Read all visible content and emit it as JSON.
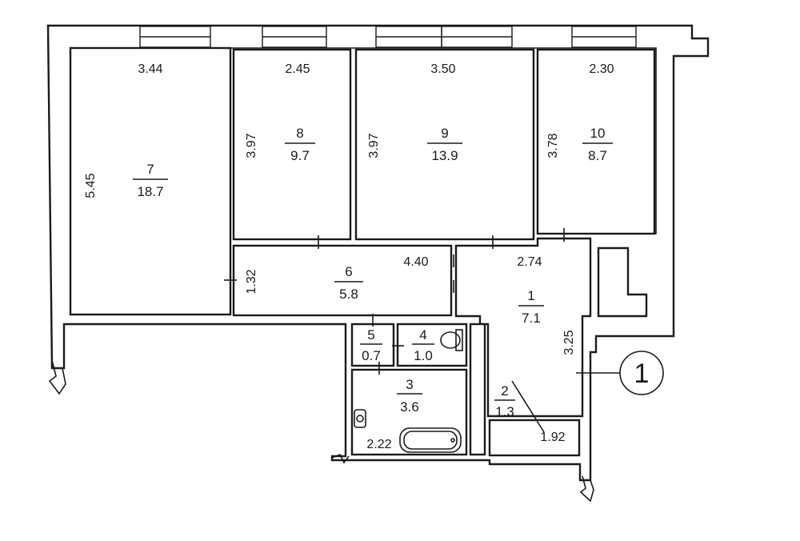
{
  "rooms": [
    {
      "id": "7",
      "number": "7",
      "area": "18.7"
    },
    {
      "id": "8",
      "number": "8",
      "area": "9.7"
    },
    {
      "id": "9",
      "number": "9",
      "area": "13.9"
    },
    {
      "id": "10",
      "number": "10",
      "area": "8.7"
    },
    {
      "id": "6",
      "number": "6",
      "area": "5.8"
    },
    {
      "id": "1",
      "number": "1",
      "area": "7.1"
    },
    {
      "id": "5",
      "number": "5",
      "area": "0.7"
    },
    {
      "id": "4",
      "number": "4",
      "area": "1.0"
    },
    {
      "id": "3",
      "number": "3",
      "area": "3.6"
    },
    {
      "id": "2",
      "number": "2",
      "area": "1.3"
    }
  ],
  "dimensions": {
    "room7_width": "3.44",
    "room7_depth": "5.45",
    "room8_width": "2.45",
    "room8_depth": "3.97",
    "room9_width": "3.50",
    "room9_depth": "3.97",
    "room10_width": "2.30",
    "room10_depth": "3.78",
    "room6_length": "4.40",
    "room6_depth": "1.32",
    "room1_width": "2.74",
    "room1_depth": "3.25",
    "room2_length": "1.92",
    "room3_width": "2.22"
  },
  "section_marker": "1"
}
